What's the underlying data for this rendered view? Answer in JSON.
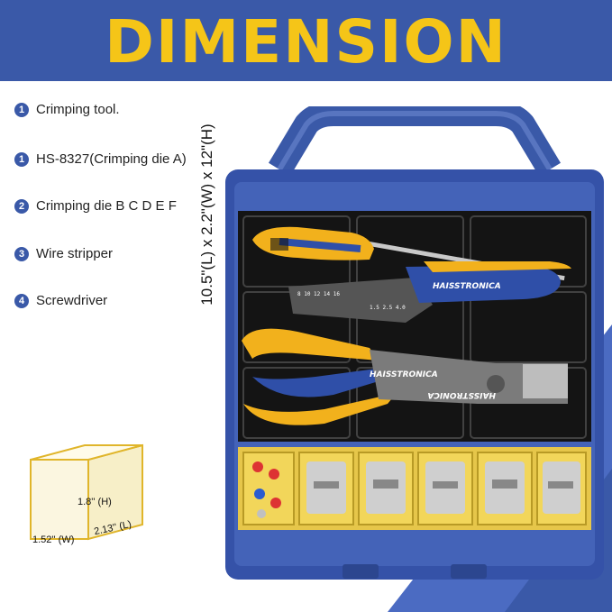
{
  "title": "DIMENSION",
  "items": [
    {
      "num": "1",
      "label": "Crimping tool."
    },
    {
      "num": "1",
      "label": "HS-8327(Crimping die A)"
    },
    {
      "num": "2",
      "label": "Crimping die B C D E F"
    },
    {
      "num": "3",
      "label": "Wire stripper"
    },
    {
      "num": "4",
      "label": "Screwdriver"
    }
  ],
  "case_dimensions": "10.5\"(L) x 2.2\"(W) x 12\"(H)",
  "box": {
    "height": "1.8'' (H)",
    "width": "1.52'' (W)",
    "length": "2.13'' (L)"
  },
  "brand": "HAISSTRONICA",
  "stripper_gauge_left": "8 10 12 14 16",
  "stripper_gauge_right": "1.5 2.5 4.0",
  "colors": {
    "accent_blue": "#3a59a8",
    "title_yellow": "#f5c518",
    "tool_yellow": "#f2b11c"
  }
}
